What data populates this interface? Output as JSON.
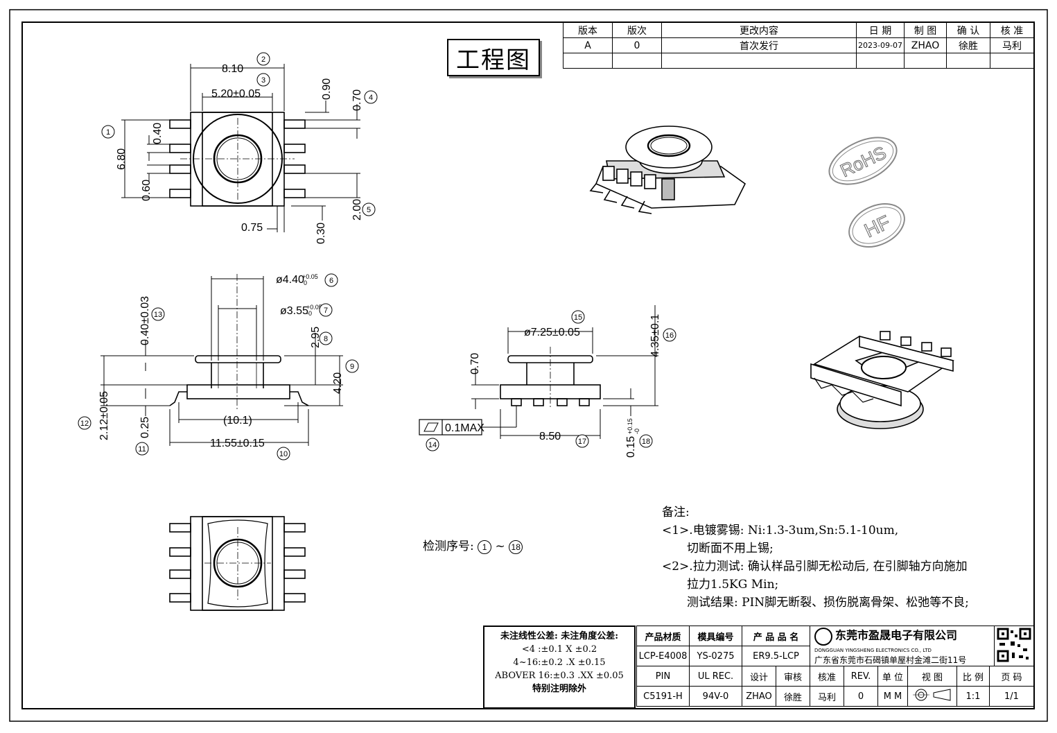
{
  "title": "工程图",
  "revision_table": {
    "headers": [
      "版本",
      "版次",
      "更改内容",
      "日 期",
      "制 图",
      "确 认",
      "核 准"
    ],
    "row": [
      "A",
      "0",
      "首次发行",
      "2023-09-07",
      "ZHAO",
      "徐胜",
      "马利"
    ]
  },
  "marks": {
    "rohs": "RoHS",
    "hf": "HF"
  },
  "dimensions": {
    "d_8_10": "8.10",
    "d_5_20": "5.20±0.05",
    "d_0_90": "0.90",
    "d_0_70": "0.70",
    "d_6_80": "6.80",
    "d_0_40": "0.40",
    "d_0_60": "0.60",
    "d_2_00": "2.00",
    "d_0_75": "0.75",
    "d_0_30": "0.30",
    "d_phi440": "ø4.40",
    "d_phi440_tol": "+0.05",
    "d_phi440_tol2": "0",
    "d_phi355": "ø3.55",
    "d_phi355_tol": "+0.05",
    "d_phi355_tol2": "-0",
    "d_0_40_03": "0.40±0.03",
    "d_2_95": "2.95",
    "d_4_20": "4.20",
    "d_2_12": "2.12±0.05",
    "d_0_25": "0.25",
    "d_10_1": "(10.1)",
    "d_11_55": "11.55±0.15",
    "d_phi725": "ø7.25±0.05",
    "d_4_35": "4.35±0.1",
    "d_0_70b": "0.70",
    "d_flat": "0.1MAX",
    "d_8_50": "8.50",
    "d_0_15": "0.15",
    "d_0_15_tol": "+0.15",
    "d_0_15_tol2": "-0"
  },
  "balloons": [
    "1",
    "2",
    "3",
    "4",
    "5",
    "6",
    "7",
    "8",
    "9",
    "10",
    "11",
    "12",
    "13",
    "14",
    "15",
    "16",
    "17",
    "18"
  ],
  "inspect": {
    "label": "检测序号:",
    "from": "1",
    "tilde": "~",
    "to": "18"
  },
  "notes": {
    "title": "备注:",
    "lines": [
      "<1>.电镀雾锡: Ni:1.3-3um,Sn:5.1-10um,",
      "切断面不用上锡;",
      "<2>.拉力测试: 确认样品引脚无松动后, 在引脚轴方向施加",
      "拉力1.5KG Min;",
      "测试结果: PIN脚无断裂、损伤脱离骨架、松弛等不良;"
    ]
  },
  "tolerance": {
    "heading": "未注线性公差:  未注角度公差:",
    "lines": [
      "<4 :±0.1  X ±0.2",
      "4~16:±0.2  .X ±0.15",
      "ABOVER 16:±0.3  .XX ±0.05",
      "特别注明除外"
    ]
  },
  "info_table": {
    "h_material": "产品材质",
    "h_mold": "模具编号",
    "h_name": "产 品 品 名",
    "material": "LCP-E4008",
    "mold": "YS-0275",
    "name": "ER9.5-LCP",
    "company_cn": "东莞市盈晟电子有限公司",
    "company_en": "DONGGUAN YINGSHENG ELECTRONICS CO., LTD",
    "address": "广东省东莞市石碣镇单屋村金滩二街11号",
    "h_pin": "PIN",
    "h_ul": "UL REC.",
    "h_design": "设计",
    "h_review": "审核",
    "h_approve": "核准",
    "h_rev": "REV.",
    "h_unit": "单 位",
    "h_view": "视 图",
    "h_scale": "比 例",
    "h_page": "页 码",
    "pin": "C5191-H",
    "ul": "94V-0",
    "design": "ZHAO",
    "review": "徐胜",
    "approve": "马利",
    "rev": "0",
    "unit": "M M",
    "scale": "1:1",
    "page": "1/1"
  }
}
